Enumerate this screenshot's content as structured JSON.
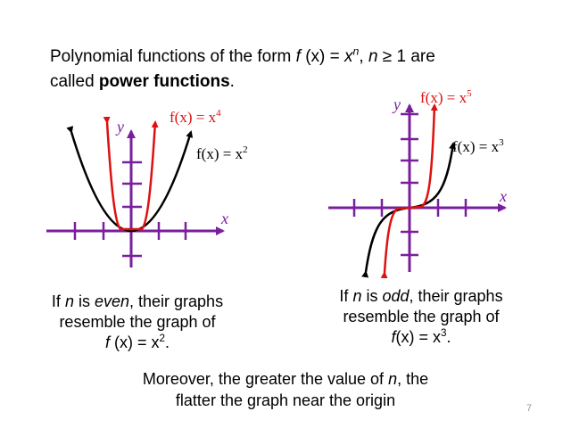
{
  "intro": {
    "line1_a": "Polynomial functions of the form ",
    "fx": "f",
    "paren_x": " (x) = ",
    "x": "x",
    "exp_n": "n",
    "comma": ", ",
    "n": "n",
    "ge1": " ≥ 1 are",
    "line2_a": "called ",
    "bold_term": "power functions",
    "period": "."
  },
  "graph_even": {
    "y_axis_label": "y",
    "x_axis_label": "x",
    "label_x4_prefix": "f(x) = x",
    "label_x4_exp": "4",
    "label_x2_prefix": "f(x) = x",
    "label_x2_exp": "2",
    "colors": {
      "axes": "#7a1f9c",
      "x2": "#000000",
      "x4": "#dd1111"
    }
  },
  "graph_odd": {
    "y_axis_label": "y",
    "x_axis_label": "x",
    "label_x5_prefix": "f(x) = x",
    "label_x5_exp": "5",
    "label_x3_prefix": "f(x) = x",
    "label_x3_exp": "3",
    "colors": {
      "axes": "#7a1f9c",
      "x3": "#000000",
      "x5": "#dd1111"
    }
  },
  "caption_even": {
    "a": "If ",
    "n": "n",
    "b": " is ",
    "even": "even",
    "c": ", their graphs",
    "d": "resemble the graph of",
    "f": "f",
    "e": " (x) = x",
    "exp": "2",
    "end": "."
  },
  "caption_odd": {
    "a": "If ",
    "n": "n",
    "b": " is ",
    "odd": "odd",
    "c": ", their graphs",
    "d": "resemble the graph of",
    "f": "f",
    "e": "(x) = x",
    "exp": "3",
    "end": "."
  },
  "moreover": {
    "a": "Moreover, the greater the value of ",
    "n": "n",
    "b": ", the",
    "c": "flatter the graph near the origin"
  },
  "page_number": "7"
}
